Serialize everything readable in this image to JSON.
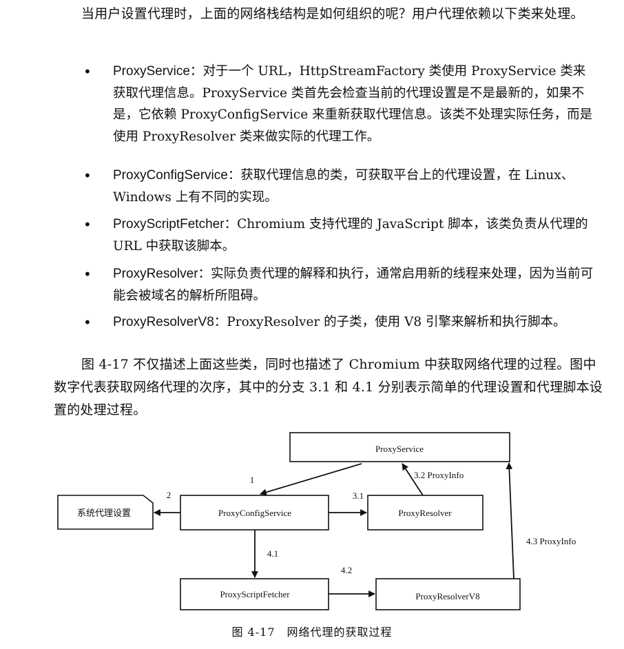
{
  "intro": "当用户设置代理时，上面的网络栈结构是如何组织的呢？用户代理依赖以下类来处理。",
  "bullets": [
    {
      "term": "ProxyService",
      "sep": "：",
      "text": "对于一个 URL，HttpStreamFactory 类使用 ProxyService 类来获取代理信息。ProxyService 类首先会检查当前的代理设置是不是最新的，如果不是，它依赖 ProxyConfigService 来重新获取代理信息。该类不处理实际任务，而是使用 ProxyResolver 类来做实际的代理工作。"
    },
    {
      "term": "ProxyConfigService",
      "sep": "：",
      "text": "获取代理信息的类，可获取平台上的代理设置，在 Linux、Windows 上有不同的实现。"
    },
    {
      "term": "ProxyScriptFetcher",
      "sep": "：",
      "text": "Chromium 支持代理的 JavaScript 脚本，该类负责从代理的 URL 中获取该脚本。"
    },
    {
      "term": "ProxyResolver",
      "sep": "：",
      "text": "实际负责代理的解释和执行，通常启用新的线程来处理，因为当前可能会被域名的解析所阻碍。"
    },
    {
      "term": "ProxyResolverV8",
      "sep": "：",
      "text": "ProxyResolver 的子类，使用 V8 引擎来解析和执行脚本。"
    }
  ],
  "figure_desc": "图 4-17 不仅描述上面这些类，同时也描述了 Chromium 中获取网络代理的过程。图中数字代表获取网络代理的次序，其中的分支 3.1 和 4.1 分别表示简单的代理设置和代理脚本设置的处理过程。",
  "diagram": {
    "nodes": {
      "proxy_service": "ProxyService",
      "system_settings": "系统代理设置",
      "proxy_config_service": "ProxyConfigService",
      "proxy_resolver": "ProxyResolver",
      "proxy_script_fetcher": "ProxyScriptFetcher",
      "proxy_resolver_v8": "ProxyResolverV8"
    },
    "edges": {
      "e1": "1",
      "e2": "2",
      "e31": "3.1",
      "e32": "3.2 ProxyInfo",
      "e41": "4.1",
      "e42": "4.2",
      "e43": "4.3 ProxyInfo"
    }
  },
  "caption": "图 4-17　网络代理的获取过程"
}
